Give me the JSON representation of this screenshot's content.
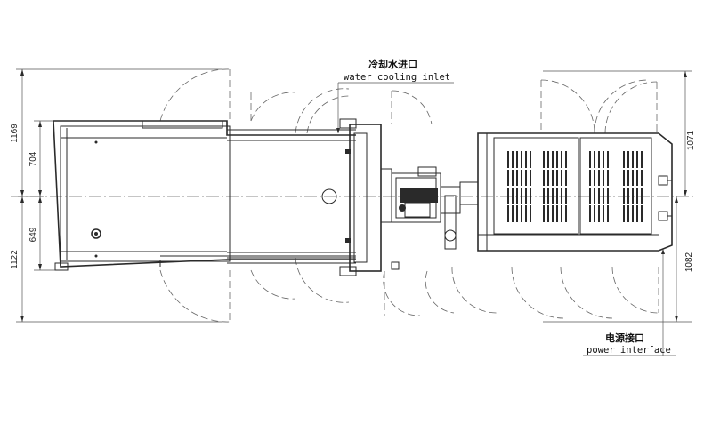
{
  "callouts": {
    "water_inlet_cn": "冷却水进口",
    "water_inlet_en": "water cooling inlet",
    "power_cn": "电源接口",
    "power_en": "power interface"
  },
  "dimensions": {
    "left_top_outer": "1169",
    "left_top_inner": "704",
    "left_bottom_inner": "649",
    "left_bottom_outer": "1122",
    "right_top": "1071",
    "right_bottom": "1082"
  }
}
